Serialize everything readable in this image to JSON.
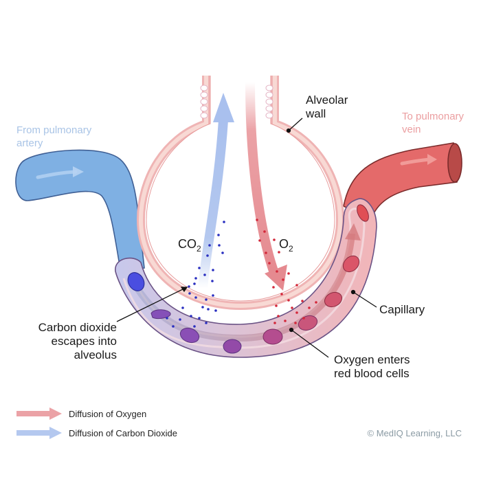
{
  "labels": {
    "from_artery": [
      "From pulmonary",
      "artery"
    ],
    "to_vein": [
      "To pulmonary",
      "vein"
    ],
    "alveolar_wall": [
      "Alveolar",
      "wall"
    ],
    "co2_main": "CO",
    "co2_sub": "2",
    "o2_main": "O",
    "o2_sub": "2",
    "capillary": "Capillary",
    "co2_escapes": [
      "Carbon dioxide",
      "escapes into",
      "alveolus"
    ],
    "oxygen_enters": [
      "Oxygen enters",
      "red blood cells"
    ]
  },
  "legend": [
    {
      "label": "Diffusion of Oxygen",
      "color": "#eba2a6"
    },
    {
      "label": "Diffusion of Carbon Dioxide",
      "color": "#b4c8ef"
    }
  ],
  "credit": "© MedIQ Learning, LLC",
  "colors": {
    "artery": "#7fb0e3",
    "vein": "#e46a6a",
    "alveolus_wall": "#f2b9b9",
    "co2_dot": "#2a2fc0",
    "o2_dot": "#d3283a"
  }
}
